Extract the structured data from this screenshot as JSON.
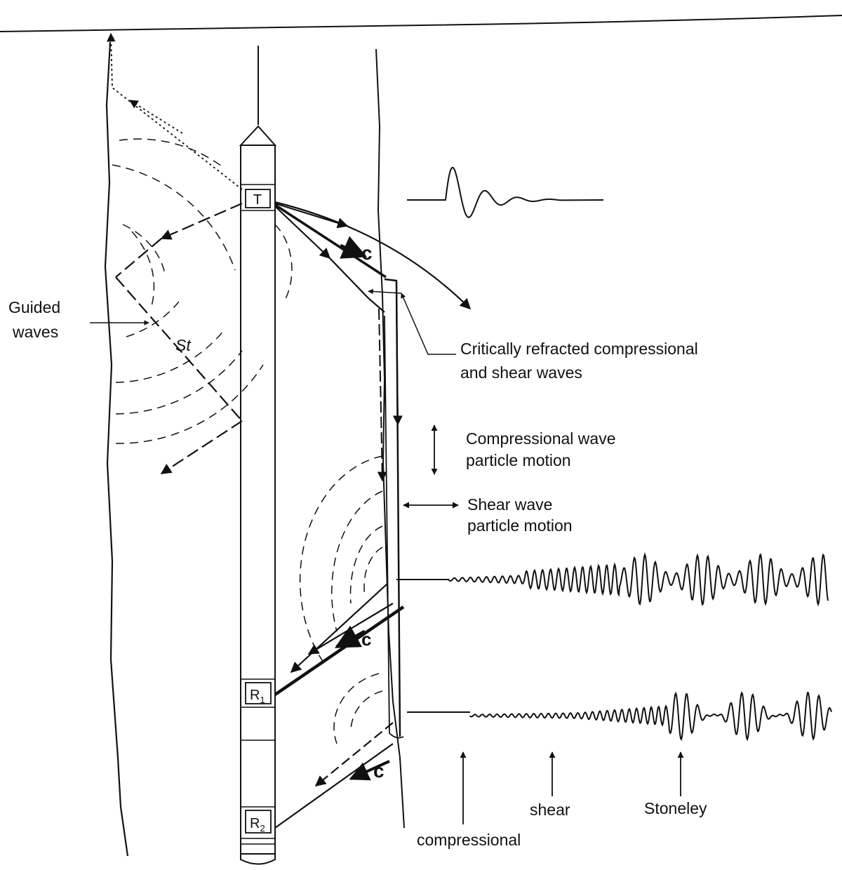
{
  "labels": {
    "guided_1": "Guided",
    "guided_2": "waves",
    "stoneley_mark": "St",
    "critical_1": "Critically refracted compressional",
    "critical_2": "and shear waves",
    "comp_motion_1": "Compressional wave",
    "comp_motion_2": "particle motion",
    "shear_motion_1": "Shear wave",
    "shear_motion_2": "particle motion",
    "arrival_compressional": "compressional",
    "arrival_shear": "shear",
    "arrival_stoneley": "Stoneley"
  },
  "tool": {
    "transmitter": "T",
    "receiver_1": "R",
    "receiver_1_sub": "1",
    "receiver_2": "R",
    "receiver_2_sub": "2"
  },
  "colors": {
    "ink": "#111111",
    "background": "#ffffff"
  }
}
